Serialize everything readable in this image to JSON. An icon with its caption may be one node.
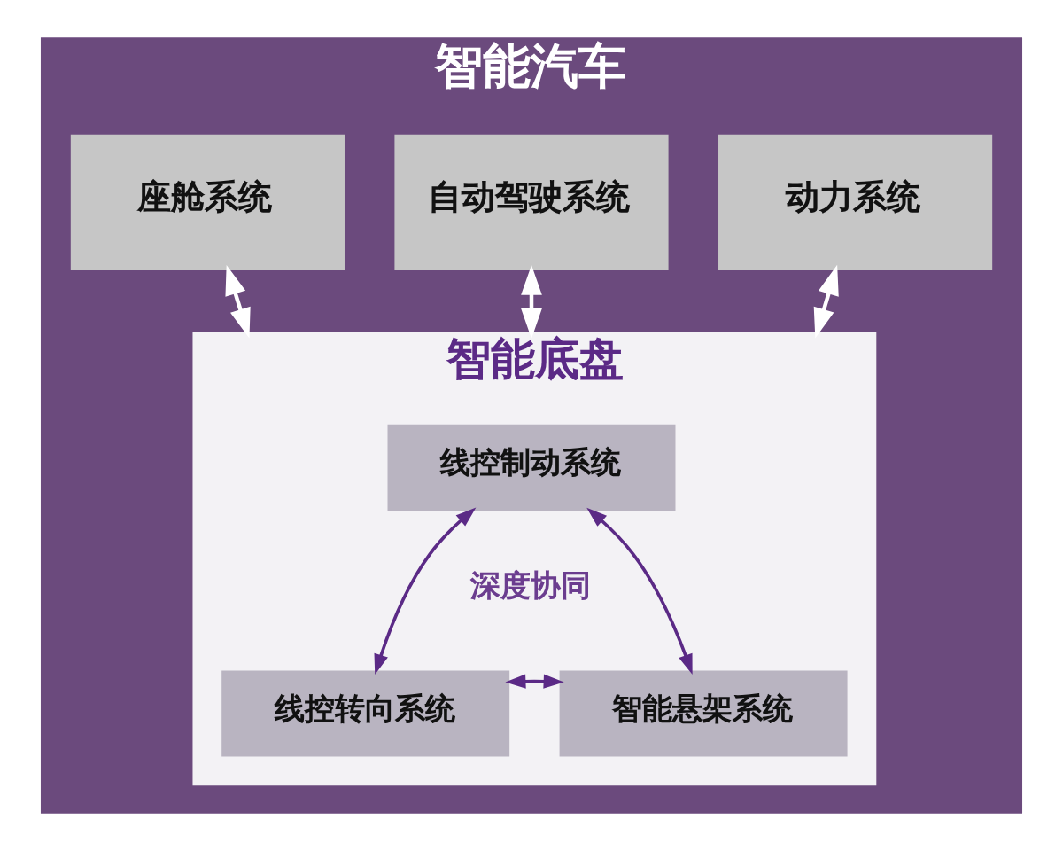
{
  "diagram": {
    "nodes": [
      {
        "text": [
          "智能汽车"
        ]
      },
      {
        "text": [
          "座舱系统"
        ],
        "in": 0
      },
      {
        "text": [
          "自动驾驶系统"
        ],
        "in": 0
      },
      {
        "text": [
          "动力系统"
        ],
        "in": 0
      },
      {
        "text": [
          "智能底盘"
        ],
        "in": 0
      },
      {
        "text": [
          "线控制动系统"
        ],
        "in": 4
      },
      {
        "text": [
          "线控转向系统"
        ],
        "in": 4
      },
      {
        "text": [
          "智能悬架系统"
        ],
        "in": 4
      }
    ],
    "edges": [
      {
        "from": 1,
        "to": 4,
        "arrow": "both",
        "color": "#ffffff"
      },
      {
        "from": 2,
        "to": 4,
        "arrow": "both",
        "color": "#ffffff"
      },
      {
        "from": 3,
        "to": 4,
        "arrow": "both",
        "color": "#ffffff"
      },
      {
        "from": 5,
        "to": 6,
        "arrow": "both",
        "color": "#5b2a86"
      },
      {
        "from": 5,
        "to": 7,
        "arrow": "both",
        "color": "#5b2a86"
      },
      {
        "from": 6,
        "to": 7,
        "arrow": "both",
        "color": "#5b2a86"
      }
    ],
    "labels": [
      "深度协同"
    ]
  }
}
